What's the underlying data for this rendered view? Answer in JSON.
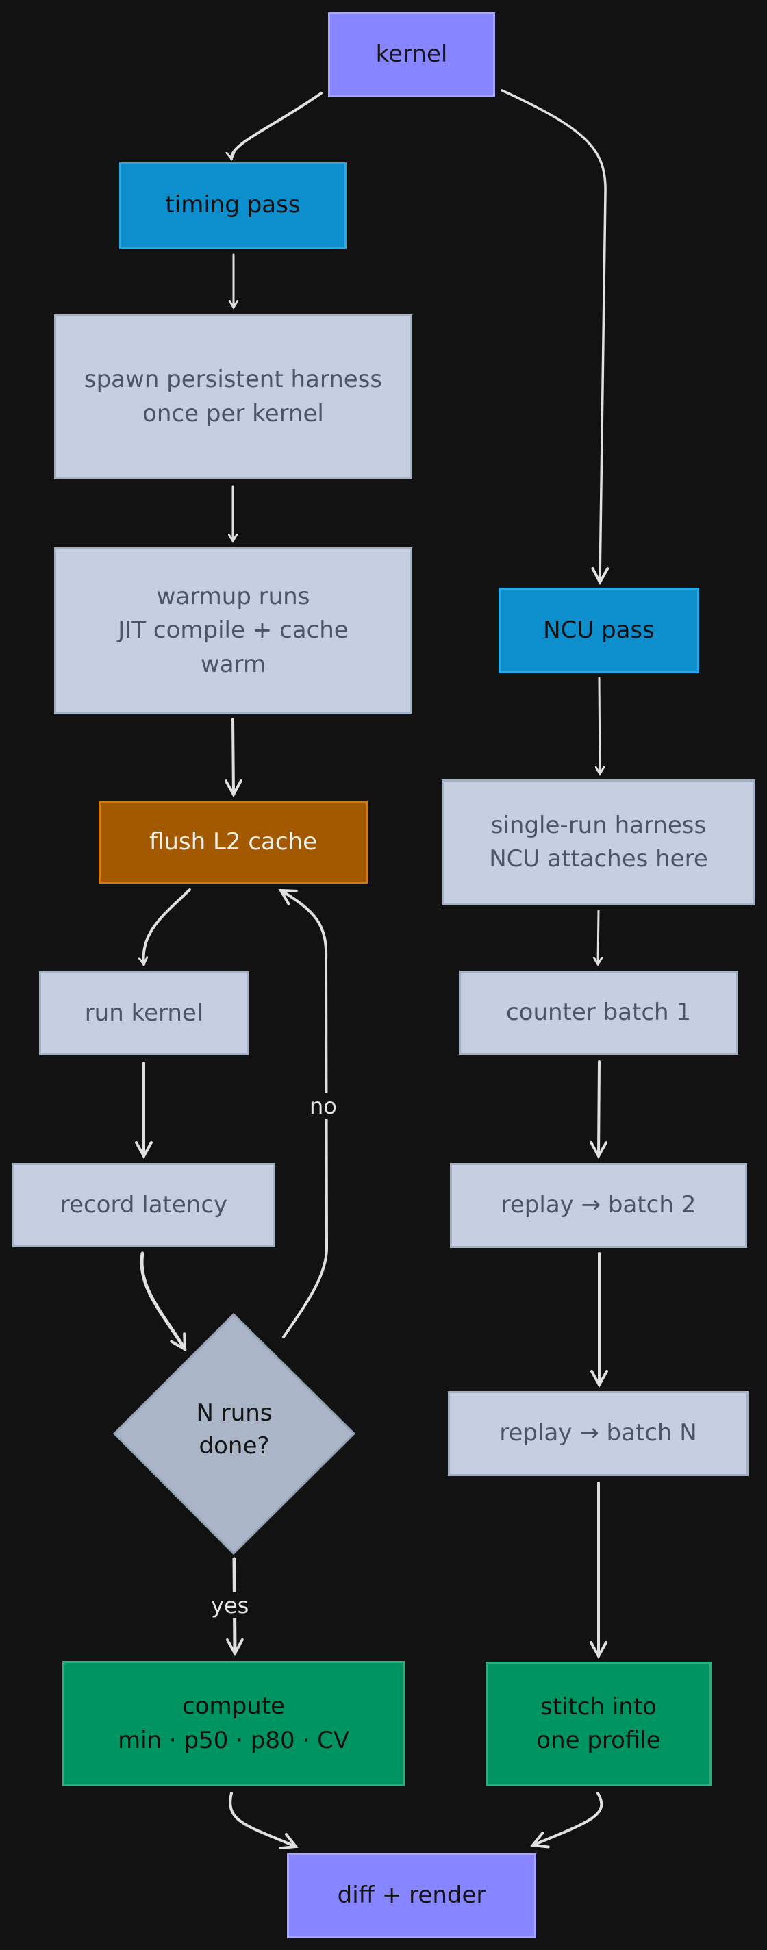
{
  "diagram": {
    "colors": {
      "background": "#121212",
      "purple": "#8785ff",
      "blue": "#0d8fce",
      "gray": "#c6cfe0",
      "orange": "#a35900",
      "green": "#009462",
      "diamond": "#aab5c8",
      "arrow": "#e0e0e0"
    },
    "nodes": {
      "kernel": "kernel",
      "timing_pass": "timing pass",
      "spawn": "spawn persistent harness\nonce per kernel",
      "warmup": "warmup runs\nJIT compile + cache\nwarm",
      "flush": "flush L2 cache",
      "run_kernel": "run kernel",
      "record_latency": "record latency",
      "decision": "N runs\ndone?",
      "compute": "compute\nmin · p50 · p80 · CV",
      "ncu_pass": "NCU pass",
      "single_run": "single-run harness\nNCU attaches here",
      "counter_batch_1": "counter batch 1",
      "replay_batch_2": "replay → batch 2",
      "replay_batch_n": "replay → batch N",
      "stitch": "stitch into\none profile",
      "diff_render": "diff + render"
    },
    "edge_labels": {
      "no": "no",
      "yes": "yes"
    },
    "edges": [
      [
        "kernel",
        "timing_pass"
      ],
      [
        "kernel",
        "ncu_pass"
      ],
      [
        "timing_pass",
        "spawn"
      ],
      [
        "spawn",
        "warmup"
      ],
      [
        "warmup",
        "flush"
      ],
      [
        "flush",
        "run_kernel"
      ],
      [
        "run_kernel",
        "record_latency"
      ],
      [
        "record_latency",
        "decision"
      ],
      [
        "decision",
        "flush",
        "no"
      ],
      [
        "decision",
        "compute",
        "yes"
      ],
      [
        "ncu_pass",
        "single_run"
      ],
      [
        "single_run",
        "counter_batch_1"
      ],
      [
        "counter_batch_1",
        "replay_batch_2"
      ],
      [
        "replay_batch_2",
        "replay_batch_n"
      ],
      [
        "replay_batch_n",
        "stitch"
      ],
      [
        "compute",
        "diff_render"
      ],
      [
        "stitch",
        "diff_render"
      ]
    ]
  }
}
